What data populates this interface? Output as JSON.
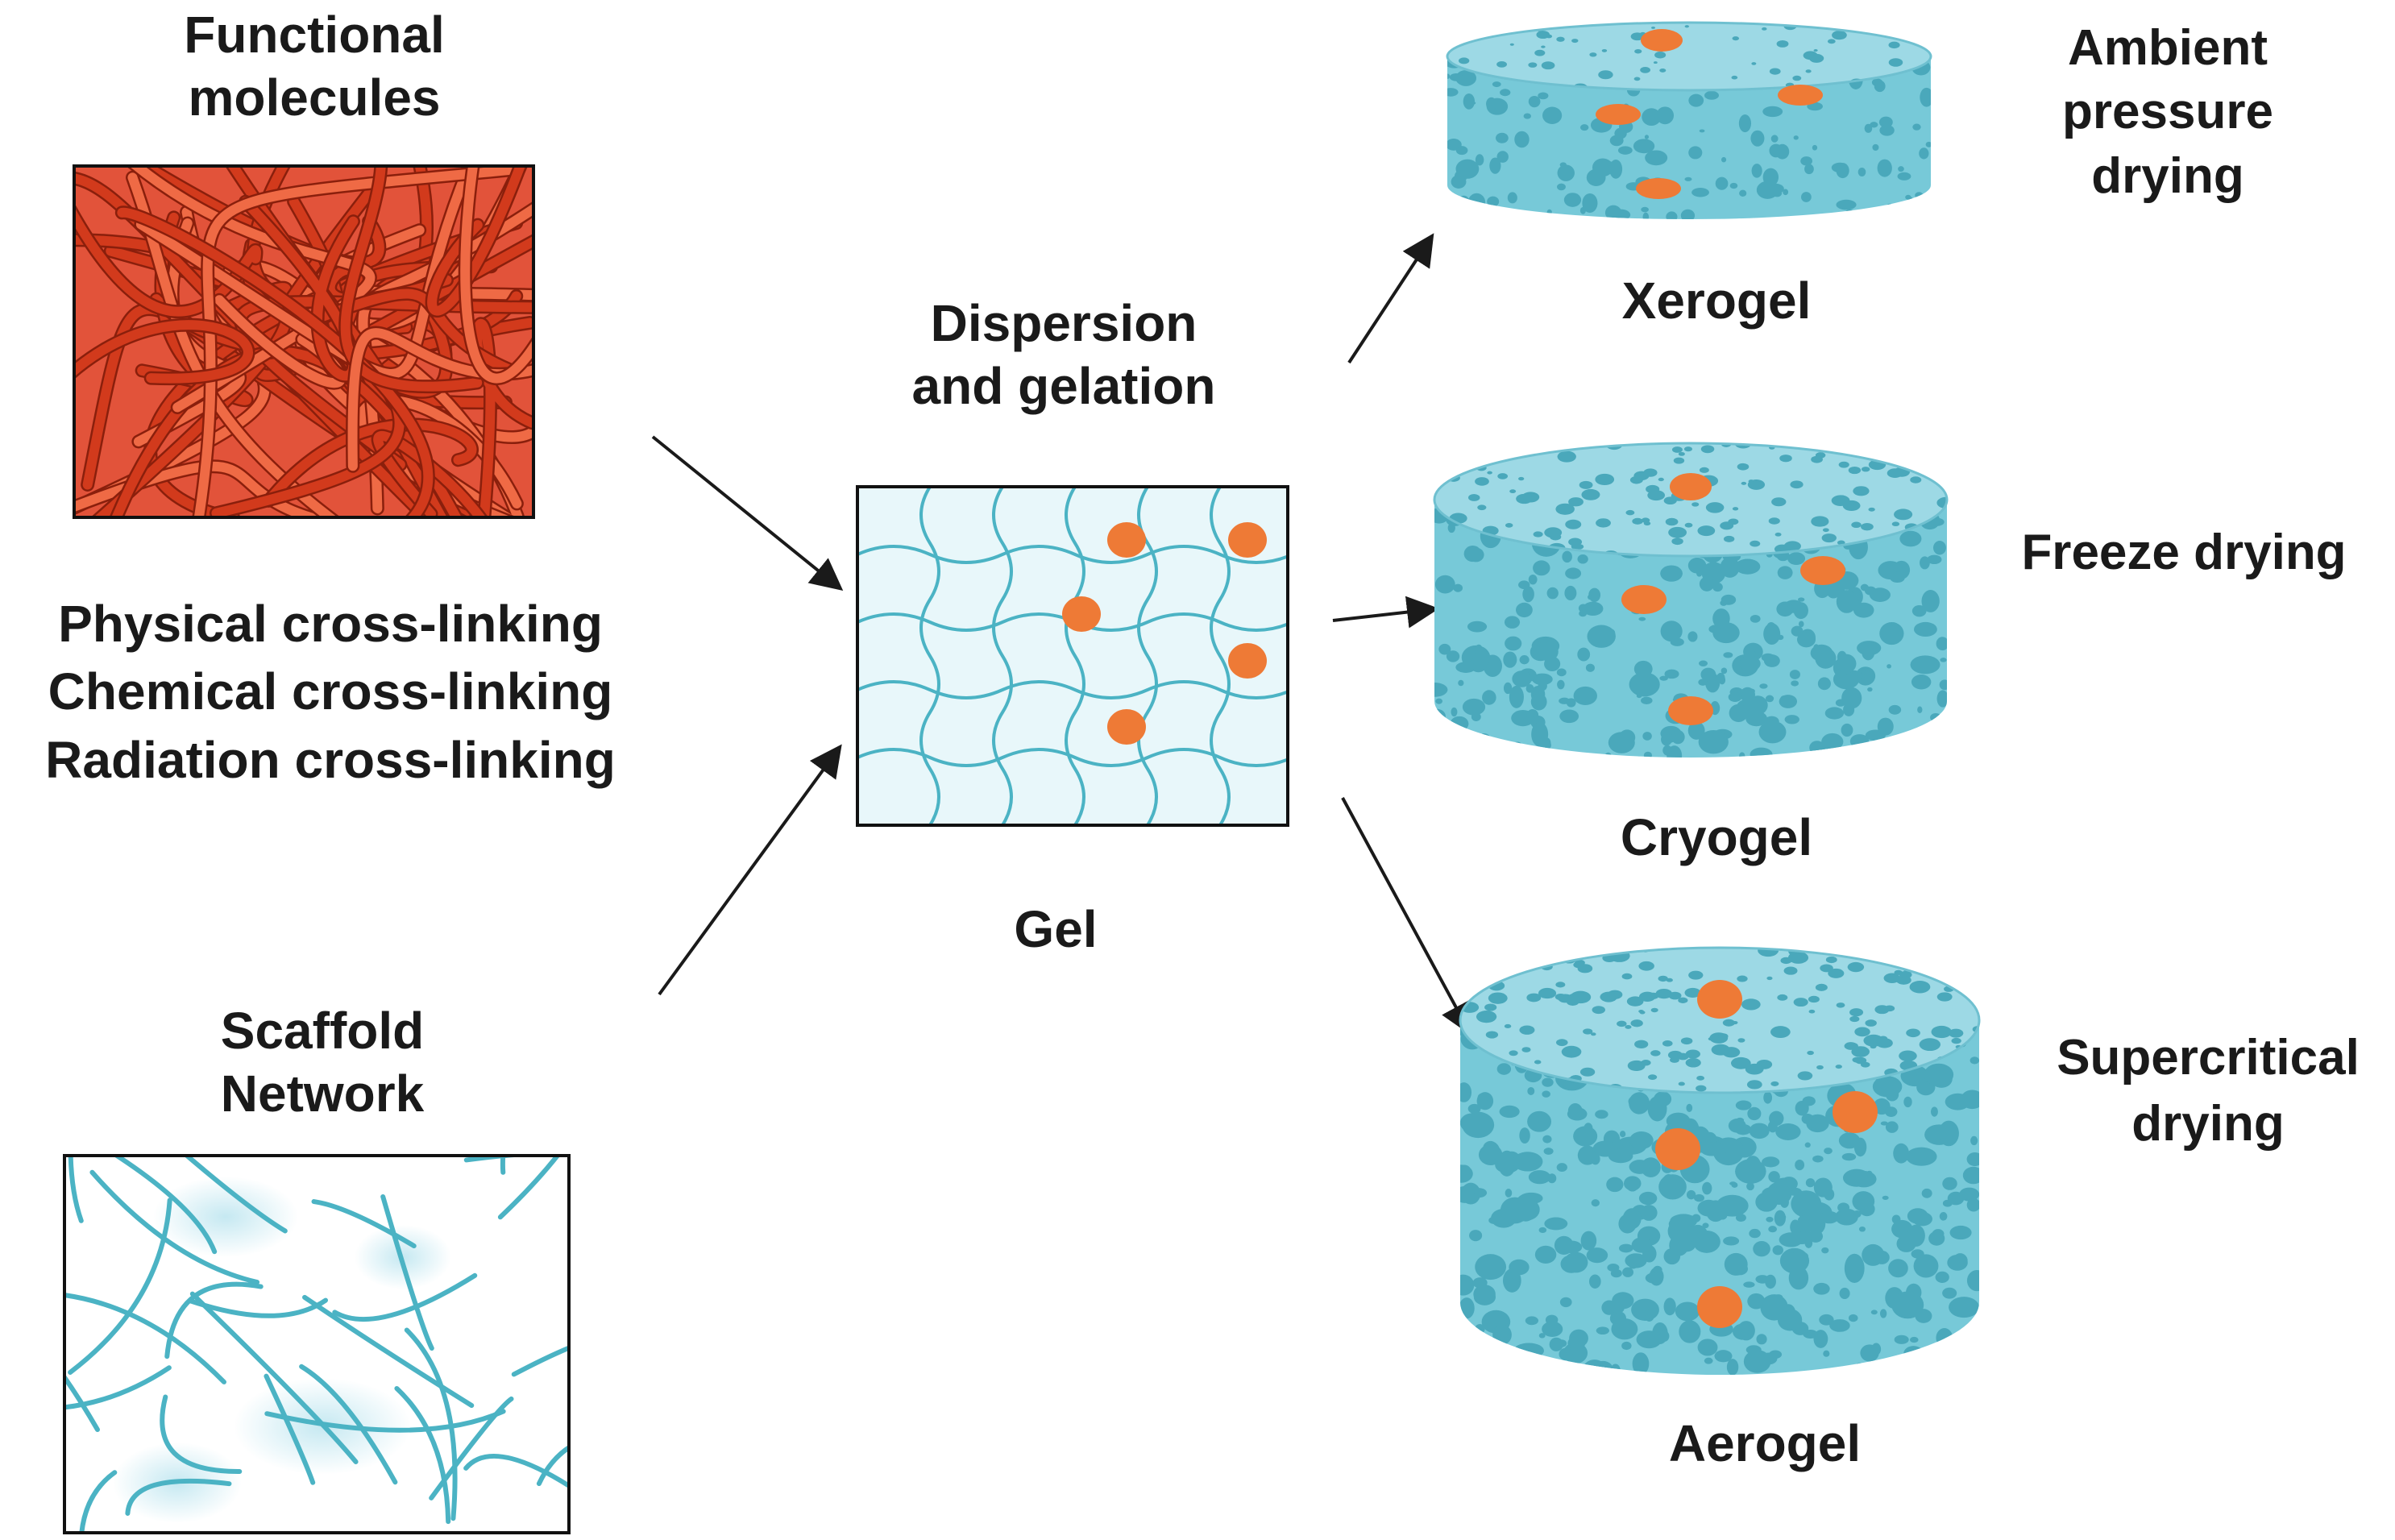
{
  "labels": {
    "functional_molecules": [
      "Functional",
      "molecules"
    ],
    "crosslinking": [
      "Physical cross-linking",
      "Chemical cross-linking",
      "Radiation cross-linking"
    ],
    "scaffold_network": [
      "Scaffold",
      "Network"
    ],
    "dispersion": [
      "Dispersion",
      "and gelation"
    ],
    "gel": "Gel",
    "xerogel": "Xerogel",
    "cryogel": "Cryogel",
    "aerogel": "Aerogel",
    "ambient": [
      "Ambient",
      "pressure",
      "drying"
    ],
    "freeze": "Freeze drying",
    "supercritical": [
      "Supercritical",
      "drying"
    ]
  },
  "colors": {
    "fiber_red": "#d23a1c",
    "fiber_red_light": "#ef6a45",
    "gel_background": "#e8f7fa",
    "gel_fiber": "#4bb3c4",
    "particle_orange": "#ee7a36",
    "sponge_body": "#77c9d8",
    "sponge_top": "#9dd9e5",
    "sponge_pore": "#4aa8bb",
    "arrow": "#1a1a1a"
  }
}
